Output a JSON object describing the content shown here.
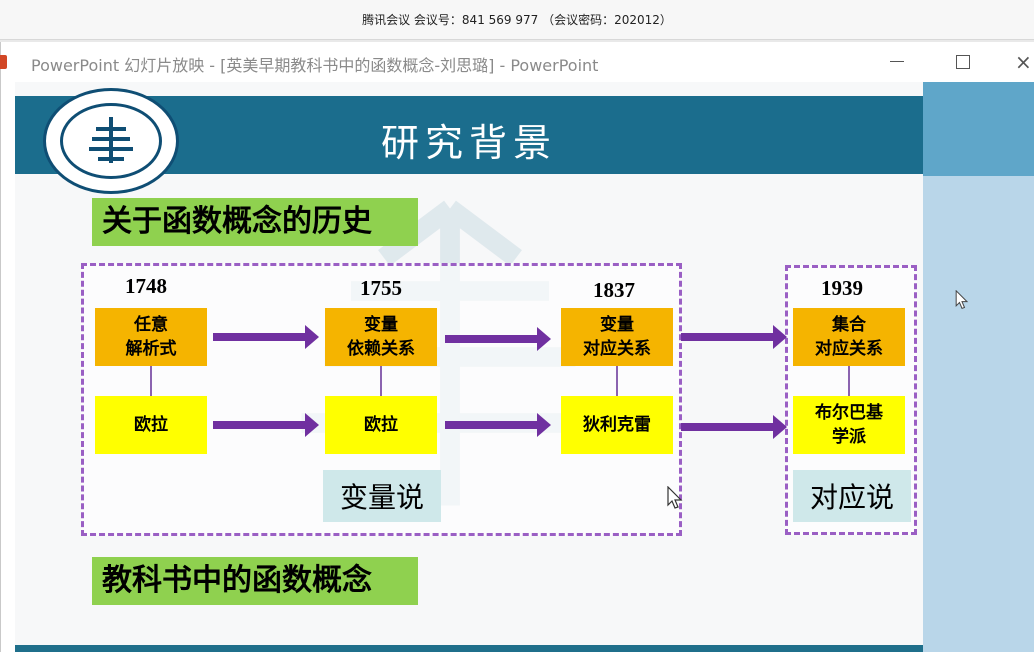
{
  "meeting_bar": {
    "text": "腾讯会议 会议号：841 569 977 （会议密码：202012）"
  },
  "powerpoint": {
    "title": "PowerPoint 幻灯片放映 - [英美早期教科书中的函数概念-刘思璐] - PowerPoint",
    "close_glyph": "×"
  },
  "slide": {
    "title": "研究背景",
    "section_history": "关于函数概念的历史",
    "section_textbook": "教科书中的函数概念",
    "years": [
      "1748",
      "1755",
      "1837",
      "1939"
    ],
    "concepts": [
      "任意\n解析式",
      "变量\n依赖关系",
      "变量\n对应关系",
      "集合\n对应关系"
    ],
    "people": [
      "欧拉",
      "欧拉",
      "狄利克雷",
      "布尔巴基\n学派"
    ],
    "group_labels": {
      "variable_theory": "变量说",
      "correspondence_theory": "对应说"
    }
  },
  "colors": {
    "header": "#1b6d8d",
    "green": "#8fd14f",
    "orange": "#f5b400",
    "yellow": "#ffff00",
    "arrow": "#7030a0",
    "dashed": "#9a5fc4",
    "label_bg": "#cfe8ea"
  },
  "icons": [
    "powerpoint-icon",
    "minimize-icon",
    "maximize-icon",
    "close-icon",
    "university-logo",
    "mouse-cursor-icon"
  ]
}
